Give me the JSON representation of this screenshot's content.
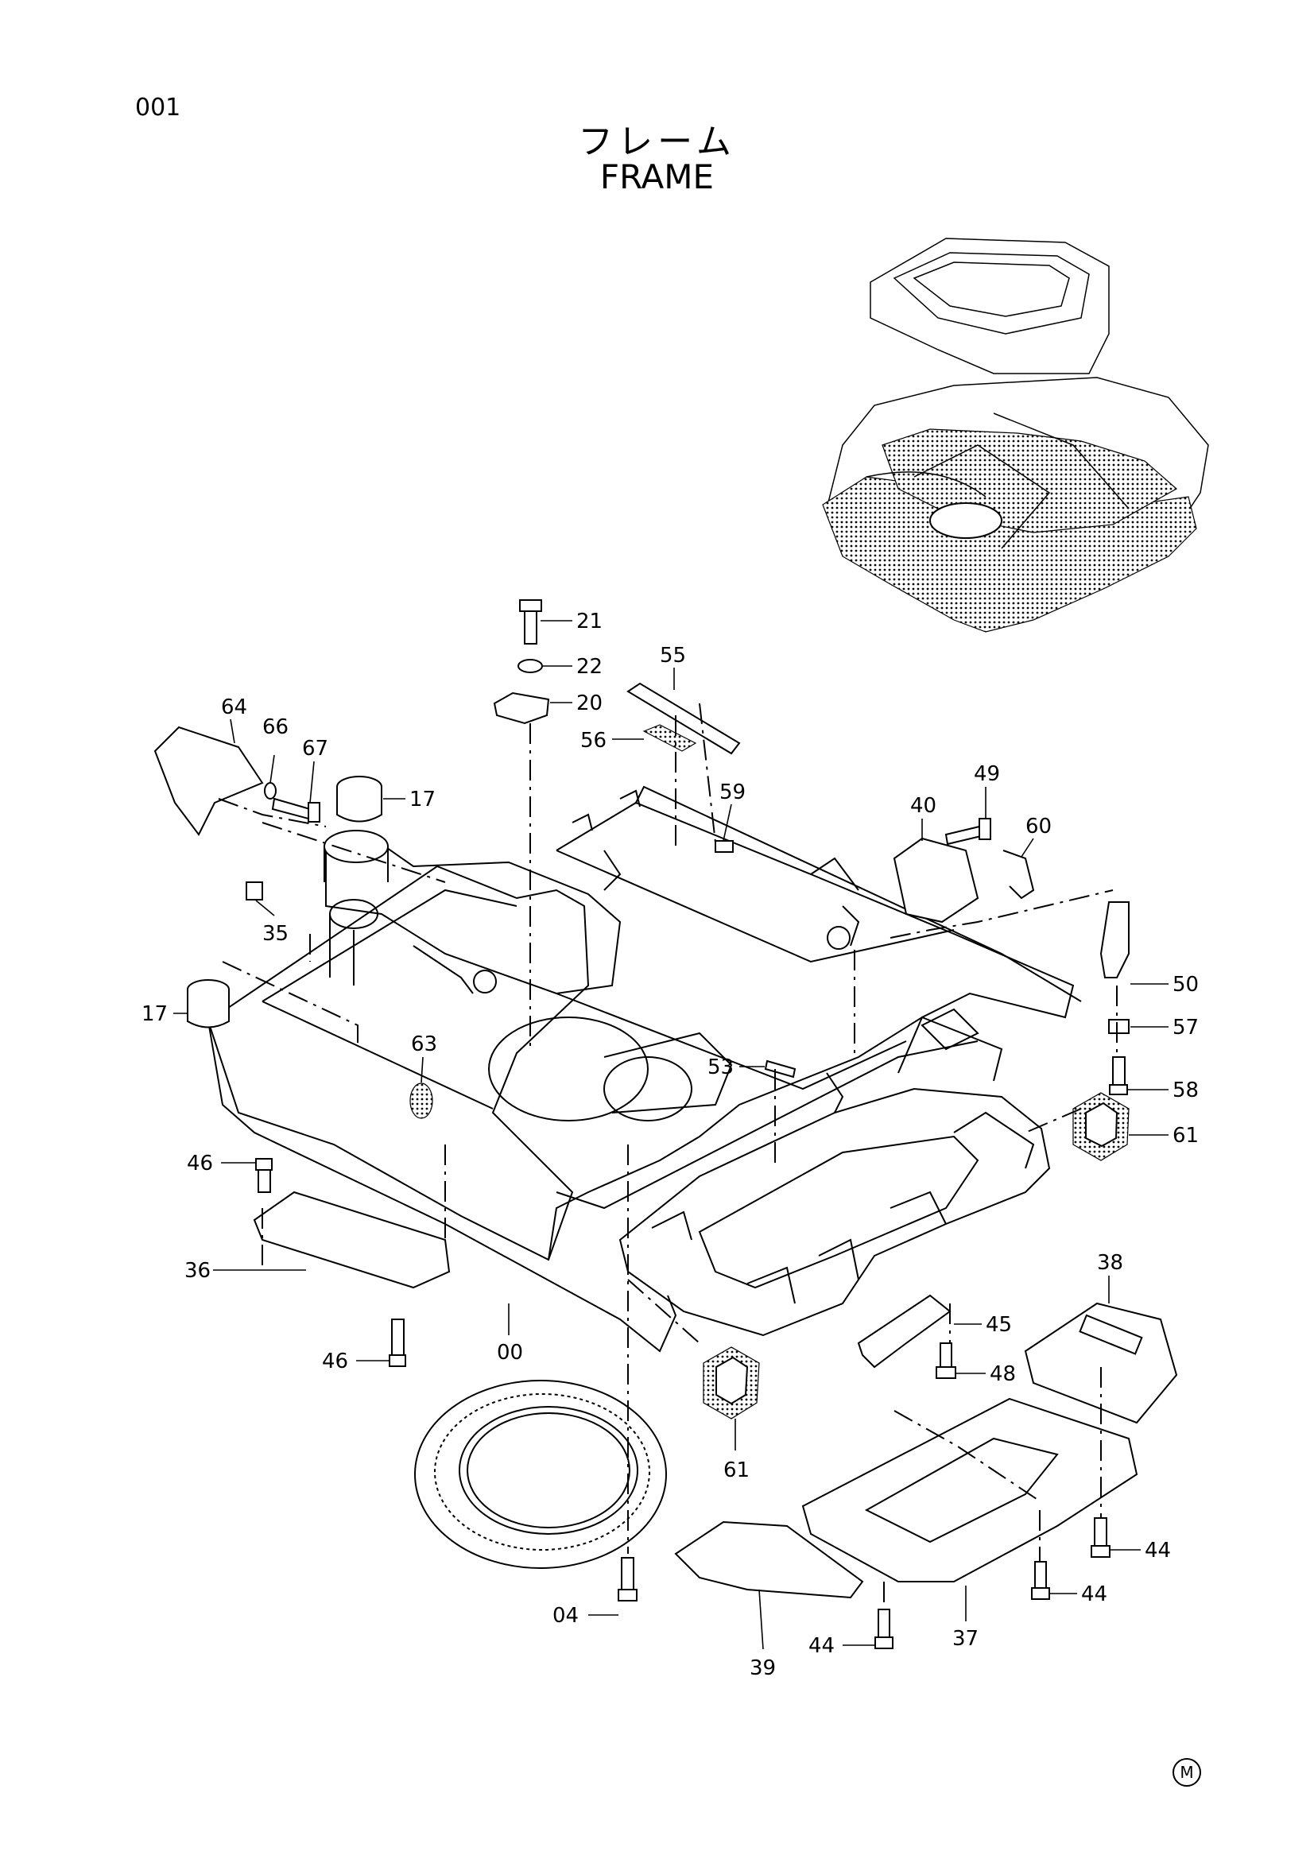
{
  "page_number": "001",
  "title_jp": "フレーム",
  "title_en": "FRAME",
  "mark": "M",
  "callouts": [
    "21",
    "22",
    "20",
    "55",
    "56",
    "59",
    "64",
    "66",
    "67",
    "17",
    "49",
    "40",
    "60",
    "35",
    "50",
    "17",
    "57",
    "63",
    "53",
    "58",
    "61",
    "46",
    "36",
    "00",
    "45",
    "48",
    "38",
    "46",
    "61",
    "44",
    "44",
    "04",
    "37",
    "44",
    "39"
  ]
}
